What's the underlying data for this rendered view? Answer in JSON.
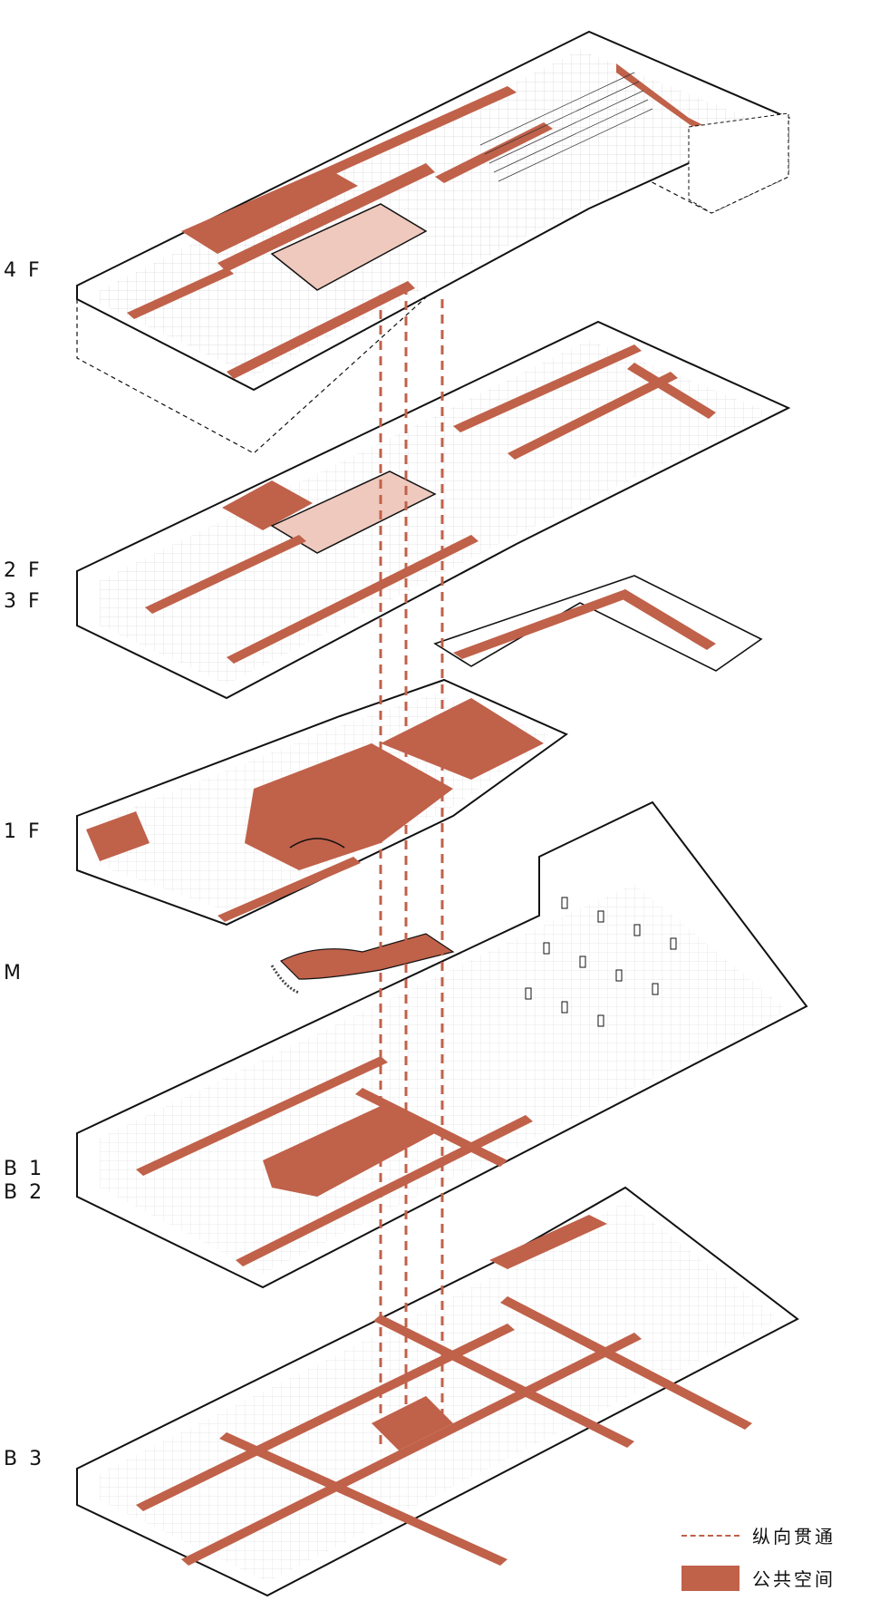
{
  "colors": {
    "public_space": "#c0614a",
    "atrium_tint": "#efc9bd",
    "line": "#111111",
    "vertical_link": "#c0614a"
  },
  "floor_labels": {
    "f4": "4 F",
    "f2": "2 F",
    "f3": "3 F",
    "f1": "1 F",
    "m": "M",
    "b1": "B 1",
    "b2": "B 2",
    "b3": "B 3"
  },
  "legend": {
    "vertical_link": "纵向贯通",
    "public_space": "公共空间"
  }
}
